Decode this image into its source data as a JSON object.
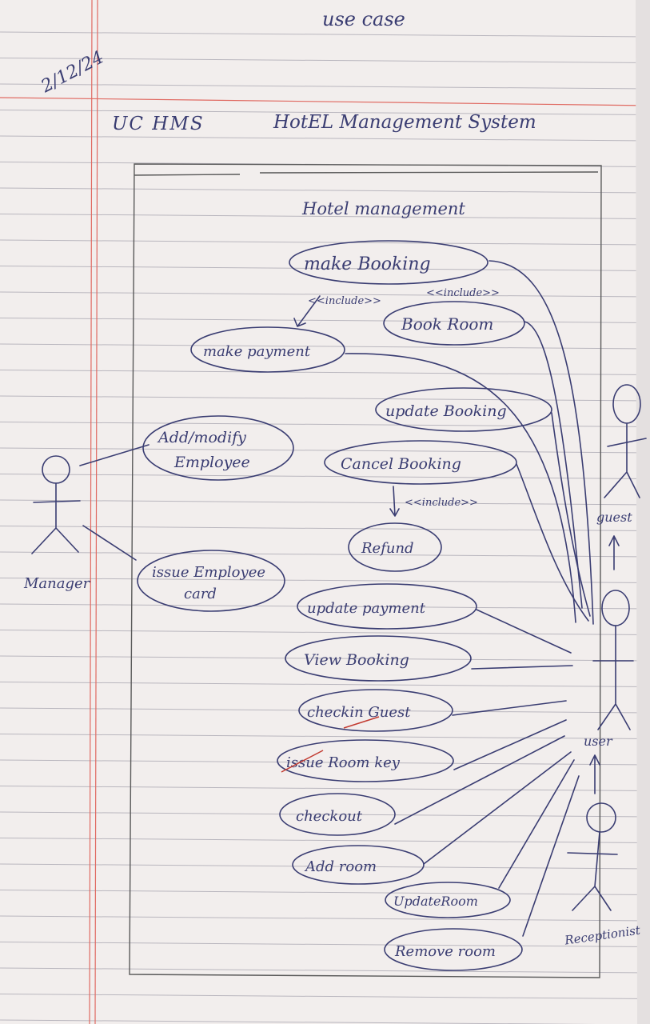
{
  "header": {
    "title": "use case",
    "date": "2/12/24"
  },
  "diagram": {
    "id_label": "UC HMS",
    "system_title": "HotEL Management System",
    "boundary_title": "Hotel management",
    "include_label_1": "<<include>>",
    "include_label_2": "<<include>>",
    "include_label_3": "<<include>>",
    "use_cases": {
      "make_booking": "make Booking",
      "book_room": "Book Room",
      "make_payment": "make payment",
      "update_booking": "update Booking",
      "add_modify_employee_1": "Add/modify",
      "add_modify_employee_2": "Employee",
      "cancel_booking": "Cancel Booking",
      "refund": "Refund",
      "issue_employee_card_1": "issue Employee",
      "issue_employee_card_2": "card",
      "update_payment": "update payment",
      "view_booking": "View Booking",
      "checkin_guest": "checkin Guest",
      "issue_room_key": "issue Room key",
      "checkout": "checkout",
      "add_room": "Add room",
      "update_room": "UpdateRoom",
      "remove_room": "Remove room"
    },
    "actors": {
      "manager": "Manager",
      "guest": "guest",
      "user": "user",
      "receptionist": "Receptionist"
    }
  },
  "colors": {
    "ink": "#3a3d72",
    "paper": "#f2eeed",
    "margin_line": "#e06a62",
    "rule_line": "#b9b6be"
  }
}
